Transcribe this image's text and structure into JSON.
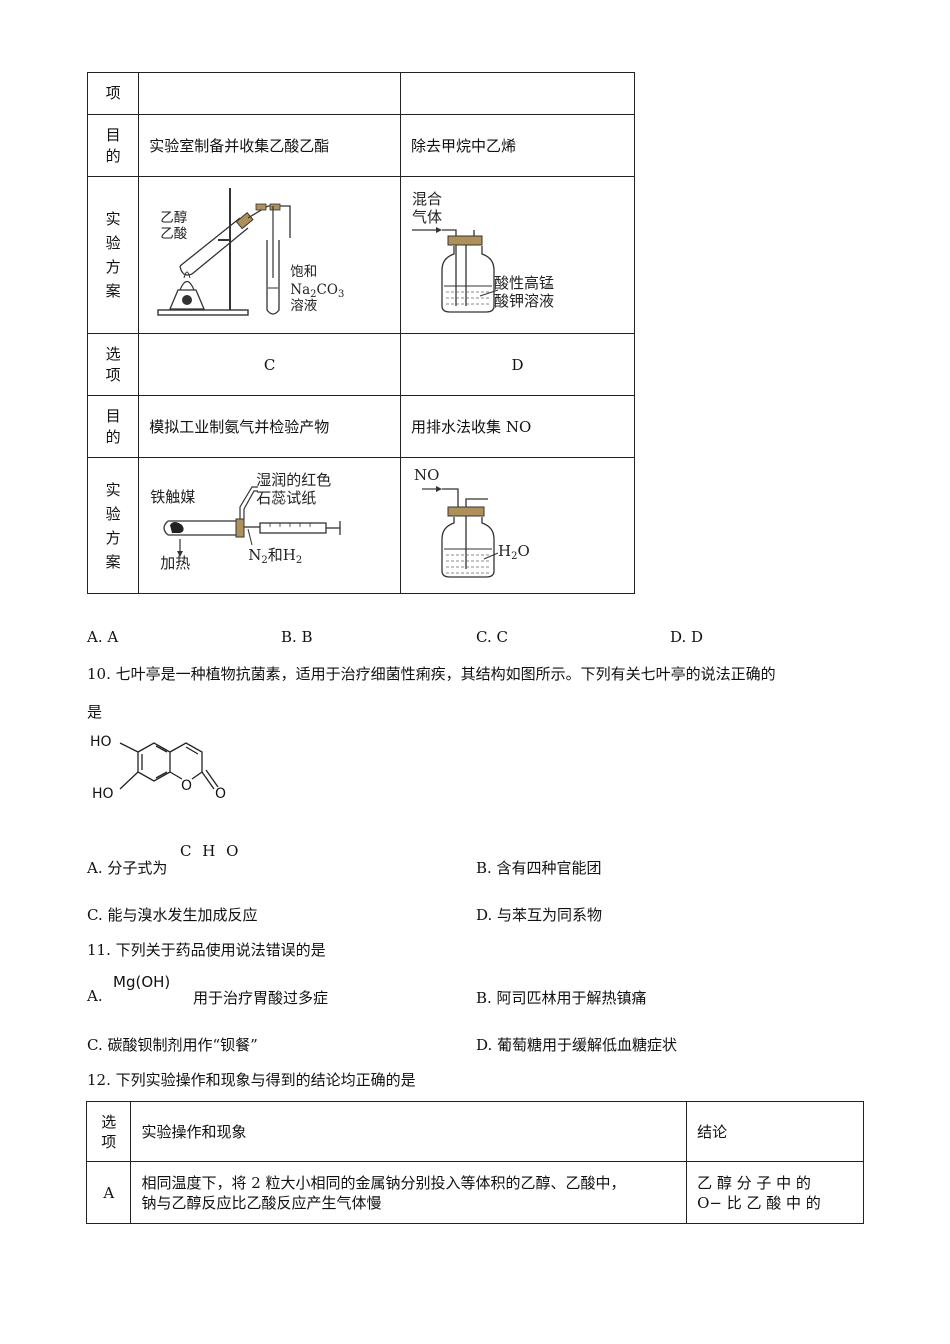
{
  "table1": {
    "row_xiang": "项",
    "row_mudi1": {
      "label": "目的",
      "c1": "实验室制备并收集乙酸乙酯",
      "c2": "除去甲烷中乙烯"
    },
    "row_fangan1": {
      "label": "实验方案",
      "c1_labels": {
        "reagent": "乙醇\n乙酸",
        "tube_label1": "饱和",
        "tube_label2": "Na",
        "tube_label3": "CO",
        "tube_label4": "溶液",
        "sub2": "2",
        "sub3": "3"
      },
      "c2_labels": {
        "gas": "混合\n气体",
        "solution": "酸性高锰\n酸钾溶液"
      }
    },
    "row_xuanxiang2": {
      "label": "选项",
      "c1": "C",
      "c2": "D"
    },
    "row_mudi2": {
      "label": "目的",
      "c1": "模拟工业制氨气并检验产物",
      "c2": "用排水法收集 NO"
    },
    "row_fangan2": {
      "label": "实验方案",
      "c1_labels": {
        "paper": "湿润的红色\n石蕊试纸",
        "catalyst": "铁触媒",
        "heat": "加热",
        "gas_n": "N",
        "gas_and": "和H",
        "sub": "2"
      },
      "c2_labels": {
        "gas": "NO",
        "water_h": "H",
        "water_o": "O",
        "sub": "2"
      }
    }
  },
  "q9_options": [
    "A. A",
    "B. B",
    "C. C",
    "D. D"
  ],
  "q10": {
    "stem_line1": "10. 七叶亭是一种植物抗菌素，适用于治疗细菌性痢疾，其结构如图所示。下列有关七叶亭的说法正确的",
    "stem_line2": "是",
    "mol_ho1": "HO",
    "mol_ho2": "HO",
    "mol_o1": "O",
    "mol_o2": "O",
    "optA": "A.  分子式为",
    "optA_formula": "C H O",
    "optB": "B.  含有四种官能团",
    "optC": "C.  能与溴水发生加成反应",
    "optD": "D.  与苯互为同系物"
  },
  "q11": {
    "stem": "11. 下列关于药品使用说法错误的是",
    "optA_prefix": "A.",
    "optA_formula": "Mg(OH)",
    "optA_text": "用于治疗胃酸过多症",
    "optB": "B.  阿司匹林用于解热镇痛",
    "optC": "C.  碳酸钡制剂用作“钡餐”",
    "optD": "D.  葡萄糖用于缓解低血糖症状"
  },
  "q12": {
    "stem": "12. 下列实验操作和现象与得到的结论均正确的是",
    "headers": [
      "选项",
      "实验操作和现象",
      "结论"
    ],
    "rowA": {
      "opt": "A",
      "op_line1": "相同温度下，将 2 粒大小相同的金属钠分别投入等体积的乙醇、乙酸中，",
      "op_line2": "钠与乙醇反应比乙酸反应产生气体慢",
      "con_line1": "乙 醇 分 子 中 的",
      "con_line2": "O−   比 乙 酸 中 的"
    }
  }
}
